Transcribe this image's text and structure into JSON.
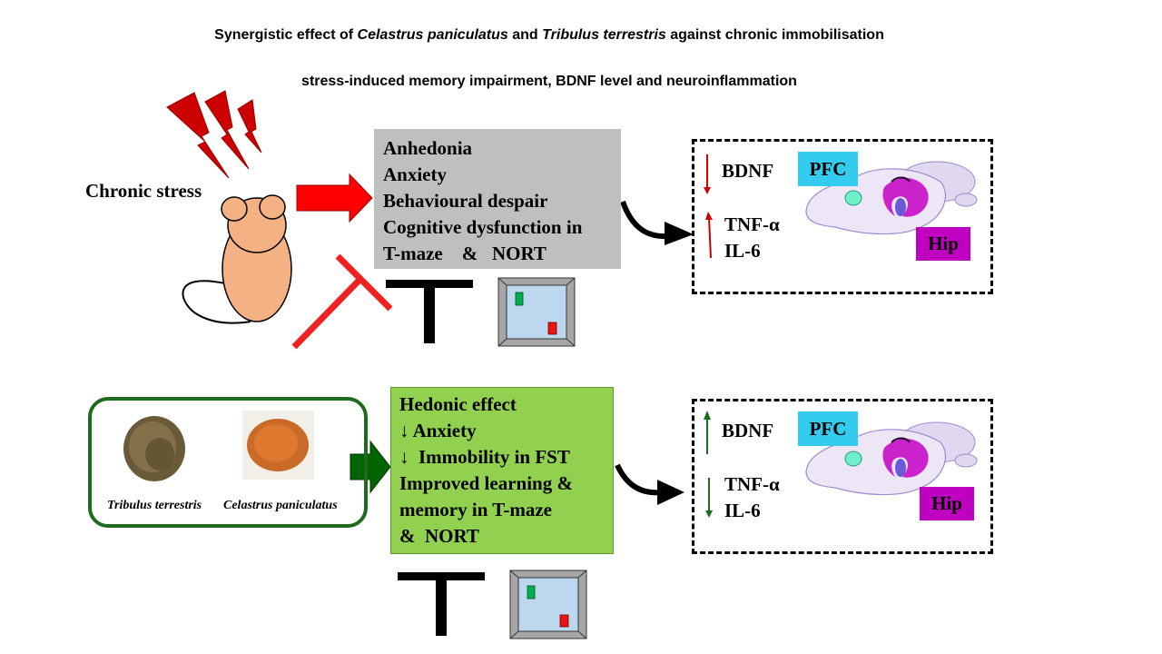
{
  "title": {
    "line1_pre": "Synergistic effect of ",
    "line1_species1": "Celastrus paniculatus",
    "line1_mid": " and ",
    "line1_species2": "Tribulus terrestris",
    "line1_post": " against chronic immobilisation",
    "line2": "stress-induced memory impairment, BDNF level and neuroinflammation"
  },
  "stress": {
    "label": "Chronic stress",
    "effects": [
      "Anhedonia",
      "Anxiety",
      "Behavioural despair",
      "Cognitive dysfunction in",
      "T-maze    &   NORT"
    ],
    "markers": {
      "bdnf": "BDNF",
      "tnf": "TNF-α",
      "il6": "IL-6",
      "pfc": "PFC",
      "hip": "Hip"
    }
  },
  "treatment": {
    "herb1": "Tribulus terrestris",
    "herb2": "Celastrus paniculatus",
    "effects": [
      "Hedonic effect",
      "↓ Anxiety",
      "↓  Immobility in FST",
      "Improved learning &",
      "memory in T-maze",
      "&  NORT"
    ],
    "markers": {
      "bdnf": "BDNF",
      "tnf": "TNF-α",
      "il6": "IL-6",
      "pfc": "PFC",
      "hip": "Hip"
    }
  },
  "colors": {
    "stress_red": "#e00000",
    "gray_box": "#bfbfbf",
    "green_box": "#92d050",
    "dark_green": "#1e6b1e",
    "pfc_blue": "#33ccee",
    "hip_magenta": "#c000c0"
  }
}
